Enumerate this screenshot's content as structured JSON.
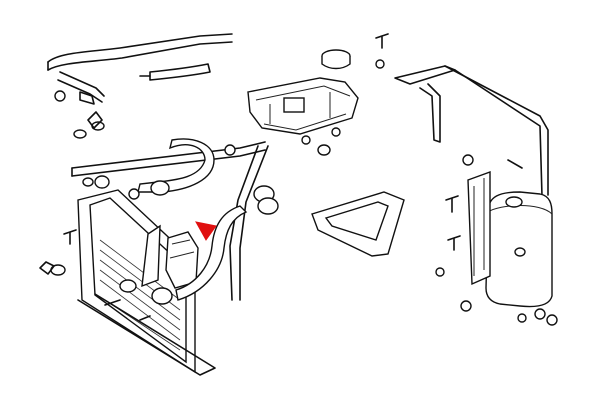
{
  "diagram": {
    "style": "exploded parts drawing, black line art on white",
    "background_color": "#ffffff",
    "line_color": "#111111",
    "highlight_color": "#e01010",
    "parts": [
      "radiator",
      "expansion-tank",
      "expansion-tank-cap",
      "upper-radiator-hose",
      "lower-radiator-hose",
      "heater-hoses",
      "overflow-reservoir",
      "reservoir-bracket",
      "fan-shroud-section",
      "hose-clamps",
      "bolts",
      "nuts",
      "washers"
    ],
    "highlight_marker": "red-arrow-pointer"
  }
}
